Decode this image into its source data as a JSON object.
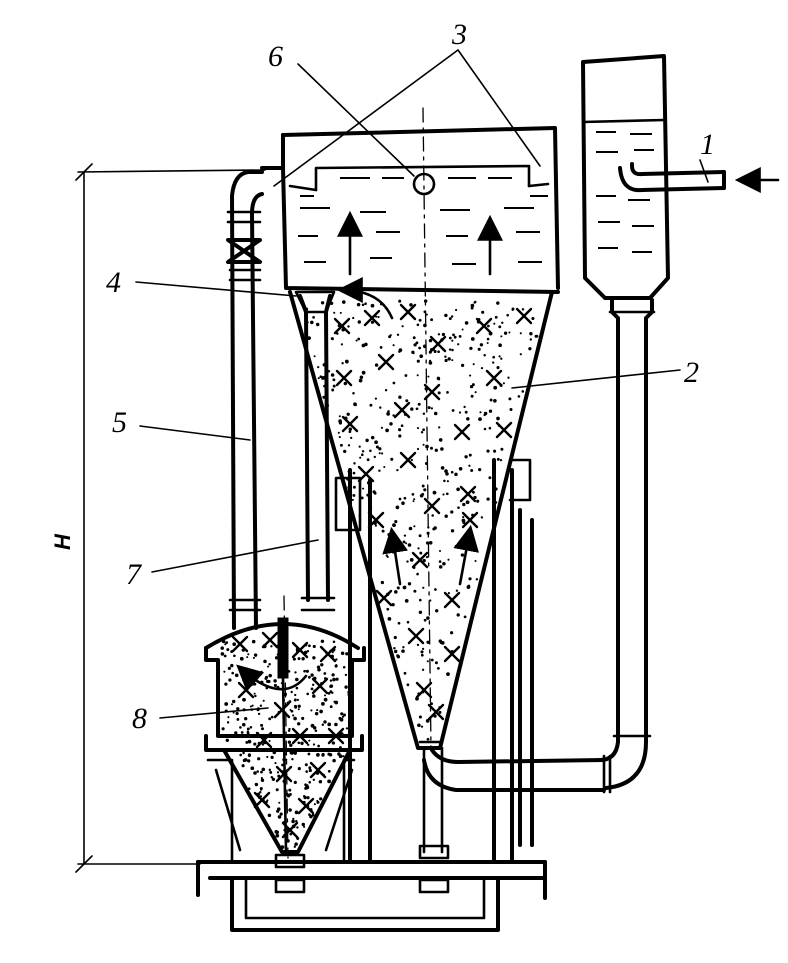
{
  "diagram": {
    "labels": {
      "l1": "1",
      "l2": "2",
      "l3": "3",
      "l4": "4",
      "l5": "5",
      "l6": "6",
      "l7": "7",
      "l8": "8",
      "height": "H"
    }
  }
}
